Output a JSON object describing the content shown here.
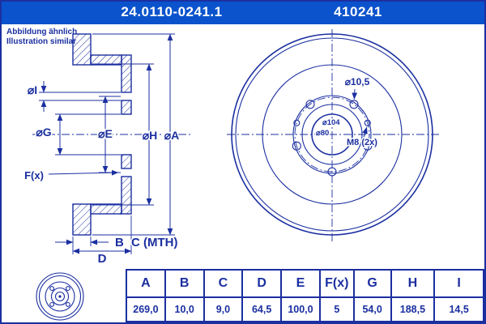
{
  "colors": {
    "line": "#1b2fa0",
    "header-bg": "#0a53cc",
    "header-text": "#ffffff",
    "bg": "#ffffff"
  },
  "header": {
    "part_number": "24.0110-0241.1",
    "ref_number": "410241"
  },
  "note": {
    "line1": "Abbildung ähnlich",
    "line2": "Illustration similar"
  },
  "section_view": {
    "labels": {
      "dia_i": "⌀I",
      "dia_g": "⌀G",
      "dia_e": "⌀E",
      "dia_h": "⌀H",
      "dia_a": "⌀A",
      "f": "F(x)",
      "b": "B",
      "c_mth": "C (MTH)",
      "d": "D"
    }
  },
  "front_view": {
    "labels": {
      "bolt_hole_dia": "⌀10,5",
      "hub_dia": "⌀104",
      "pilot_dia": "⌀80",
      "thread": "M8 (2x)"
    }
  },
  "dimensions_table": {
    "headers": [
      "A",
      "B",
      "C",
      "D",
      "E",
      "F(x)",
      "G",
      "H",
      "I"
    ],
    "values": [
      "269,0",
      "10,0",
      "9,0",
      "64,5",
      "100,0",
      "5",
      "54,0",
      "188,5",
      "14,5"
    ]
  }
}
